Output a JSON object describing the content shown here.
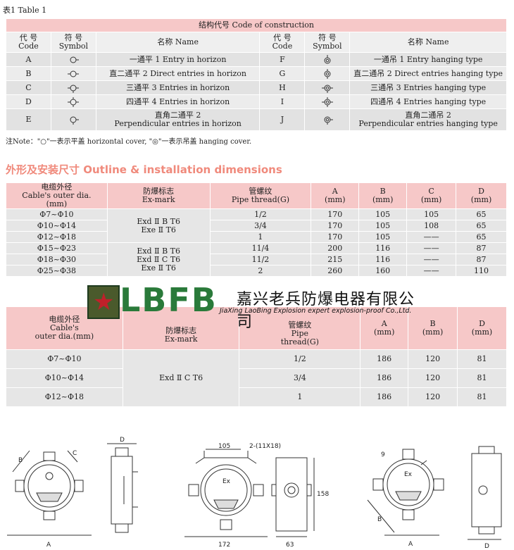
{
  "caption": "表1 Table 1",
  "table1": {
    "title": "结构代号 Code of construction",
    "headers": {
      "code_cn": "代 号",
      "code_en": "Code",
      "symbol_cn": "符 号",
      "symbol_en": "Symbol",
      "name": "名称 Name"
    },
    "left_rows": [
      {
        "code": "A",
        "symbol": "flat-1",
        "name": "一通平 1 Entry in horizon"
      },
      {
        "code": "B",
        "symbol": "flat-2",
        "name": "直二通平 2 Direct entries in horizon"
      },
      {
        "code": "C",
        "symbol": "flat-3",
        "name": "三通平 3 Entries in horizon"
      },
      {
        "code": "D",
        "symbol": "flat-4",
        "name": "四通平 4 Entries in horizon"
      },
      {
        "code": "E",
        "symbol": "flat-angle",
        "name_cn": "直角二通平 2",
        "name_en": "Perpendicular entries in horizon"
      }
    ],
    "right_rows": [
      {
        "code": "F",
        "symbol": "hang-1",
        "name": "一通吊 1 Entry hanging type"
      },
      {
        "code": "G",
        "symbol": "hang-2",
        "name": "直二通吊 2 Direct entries hanging type"
      },
      {
        "code": "H",
        "symbol": "hang-3",
        "name": "三通吊 3 Entries hanging type"
      },
      {
        "code": "I",
        "symbol": "hang-4",
        "name": "四通吊 4 Entries hanging type"
      },
      {
        "code": "J",
        "symbol": "hang-angle",
        "name_cn": "直角二通吊 2",
        "name_en": "Perpendicular entries hanging type"
      }
    ]
  },
  "note": "注Note：\"○\"一表示平盖 horizontal cover, \"◎\"一表示吊盖 hanging cover.",
  "section_title": "外形及安装尺寸 Outline & installation dimensions",
  "table2": {
    "headers": {
      "cable_cn": "电缆外径",
      "cable_en1": "Cable's outer dia.",
      "cable_en2": "(mm)",
      "ex_cn": "防爆标志",
      "ex_en": "Ex-mark",
      "pipe_cn": "管螺纹",
      "pipe_en": "Pipe thread(G)",
      "a": "A",
      "b": "B",
      "c": "C",
      "d": "D",
      "mm": "(mm)"
    },
    "exmark_group1": [
      "Exd Ⅱ B T6",
      "Exe Ⅱ T6"
    ],
    "exmark_group2": [
      "Exd Ⅱ B T6",
      "Exd Ⅱ C T6",
      "Exe Ⅱ T6"
    ],
    "rows": [
      {
        "cable": "Φ7~Φ10",
        "pipe": "1/2",
        "a": "170",
        "b": "105",
        "c": "105",
        "d": "65"
      },
      {
        "cable": "Φ10~Φ14",
        "pipe": "3/4",
        "a": "170",
        "b": "105",
        "c": "108",
        "d": "65"
      },
      {
        "cable": "Φ12~Φ18",
        "pipe": "1",
        "a": "170",
        "b": "105",
        "c": "——",
        "d": "65"
      },
      {
        "cable": "Φ15~Φ23",
        "pipe": "11/4",
        "a": "200",
        "b": "116",
        "c": "——",
        "d": "87"
      },
      {
        "cable": "Φ18~Φ30",
        "pipe": "11/2",
        "a": "215",
        "b": "116",
        "c": "——",
        "d": "87"
      },
      {
        "cable": "Φ25~Φ38",
        "pipe": "2",
        "a": "260",
        "b": "160",
        "c": "——",
        "d": "110"
      }
    ]
  },
  "table3": {
    "headers": {
      "cable_cn": "电缆外径",
      "cable_en1": "Cable's",
      "cable_en2": "outer dia.(mm)",
      "ex_cn": "防爆标志",
      "ex_en": "Ex-mark",
      "pipe_cn": "管螺纹",
      "pipe_en1": "Pipe",
      "pipe_en2": "thread(G)",
      "a": "A",
      "b": "B",
      "d": "D",
      "mm": "(mm)"
    },
    "exmark": "Exd Ⅱ C T6",
    "rows": [
      {
        "cable": "Φ7~Φ10",
        "pipe": "1/2",
        "a": "186",
        "b": "120",
        "d": "81"
      },
      {
        "cable": "Φ10~Φ14",
        "pipe": "3/4",
        "a": "186",
        "b": "120",
        "d": "81"
      },
      {
        "cable": "Φ12~Φ18",
        "pipe": "1",
        "a": "186",
        "b": "120",
        "d": "81"
      }
    ]
  },
  "logo": {
    "letters": "LBFB",
    "company_cn": "嘉兴老兵防爆电器有限公司",
    "company_en": "JiaXing LaoBing Explosion expert explosion-proof Co.,Ltd."
  },
  "drawing_labels": {
    "a": "A",
    "b": "B",
    "c": "C",
    "d": "D",
    "d105": "105",
    "holes": "2-(11X18)",
    "d158": "158",
    "d172": "172",
    "d63": "63",
    "d9": "9",
    "ex": "Ex"
  },
  "colors": {
    "title_bg": "#f6c8c8",
    "cell_bg": "#e2e2e2",
    "section_title": "#f08a7c",
    "logo_green": "#2a7a3a"
  }
}
